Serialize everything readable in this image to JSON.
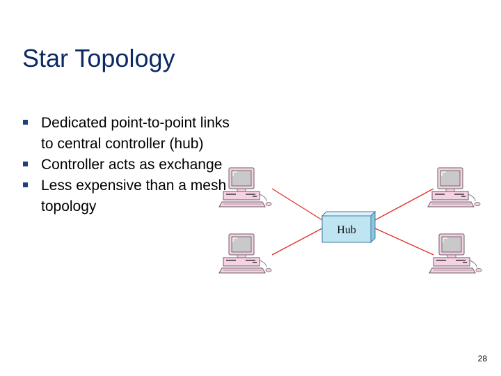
{
  "slide": {
    "title": "Star Topology",
    "bullets": [
      "Dedicated point-to-point links to central controller (hub)",
      "Controller acts as exchange",
      "Less expensive than a mesh topology"
    ],
    "page_number": "28"
  },
  "diagram": {
    "hub_label": "Hub",
    "computer_icons": [
      "computer-icon",
      "computer-icon",
      "computer-icon",
      "computer-icon"
    ],
    "colors": {
      "link": "#e0302a",
      "hub_front": "#bfe4f2",
      "hub_top": "#dff2fa",
      "hub_side": "#8fc6dc",
      "computer_case": "#f4d2e3",
      "screen": "#c9c9c9"
    }
  }
}
